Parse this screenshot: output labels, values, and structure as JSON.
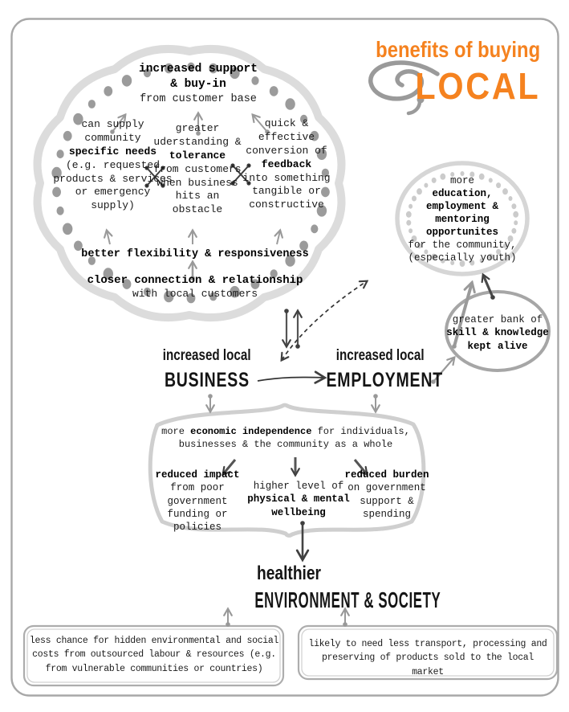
{
  "colors": {
    "accent_orange": "#f5821f",
    "ink": "#1b1b1b",
    "ring_light_gray": "#dcdcdc",
    "dot_gray": "#9b9b9b",
    "arrow_gray": "#999999",
    "arrow_dark": "#444444"
  },
  "icons": {
    "title_flourish": "swirl-flourish",
    "column_divider": "x-mark"
  },
  "title": {
    "small": "benefits of buying",
    "big": "LOCAL"
  },
  "bubble": {
    "heading": {
      "bold": "increased support & buy-in",
      "rest": "from customer base"
    },
    "left": {
      "pre": "can supply community",
      "bold": "specific needs",
      "post": "(e.g. requested products & services or emergency supply)"
    },
    "middle": {
      "pre": "greater uderstanding &",
      "bold": "tolerance",
      "post": "from customers when business hits an obstacle"
    },
    "right": {
      "pre": "quick & effective conversion of",
      "bold": "feedback",
      "post": "into something tangible or constructive"
    },
    "flexibility": "better flexibility & responsiveness",
    "closer": {
      "bold": "closer connection & relationship",
      "rest": "with local customers"
    }
  },
  "education_circle": {
    "pre": "more",
    "bold": "education, employment & mentoring opportunites",
    "post": "for the community, (especially youth)"
  },
  "skills_oval": {
    "pre": "greater bank of",
    "bold": "skill & knowledge kept alive"
  },
  "business_node": {
    "line1": "increased local",
    "line2": "BUSINESS"
  },
  "employment_node": {
    "line1": "increased local",
    "line2": "EMPLOYMENT"
  },
  "independence_box": {
    "heading": {
      "pre": "more ",
      "bold": "economic independence",
      "post": " for individuals, businesses & the community as a whole"
    },
    "impact": {
      "bold": "reduced impact",
      "rest": "from poor government funding or policies"
    },
    "wellbeing": {
      "pre": "higher level of",
      "bold": "physical & mental wellbeing"
    },
    "burden": {
      "bold": "reduced burden",
      "rest": "on government support & spending"
    }
  },
  "outcome": {
    "line1": "healthier",
    "line2": "ENVIRONMENT & SOCIETY"
  },
  "footnote_left": "less chance for hidden environmental and social costs from outsourced labour & resources (e.g. from vulnerable communities or countries)",
  "footnote_right": "likely to need less transport, processing and preserving of products sold to the local market"
}
